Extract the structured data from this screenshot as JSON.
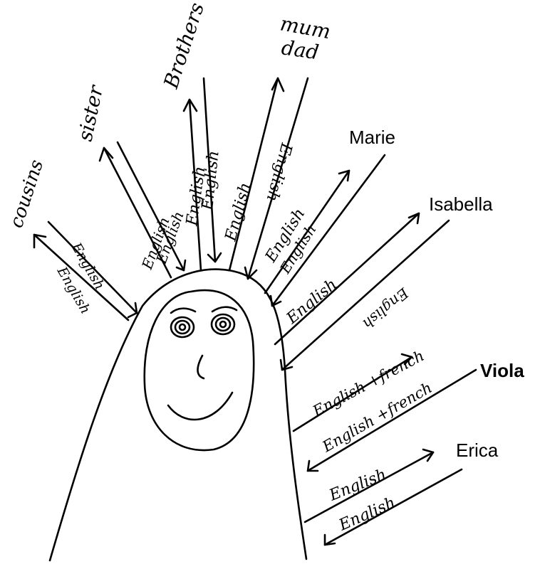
{
  "relations": {
    "cousins": {
      "label": "cousins",
      "to_child": "English",
      "from_child": "English"
    },
    "sister": {
      "label": "sister",
      "to_child": "English",
      "from_child": "English"
    },
    "brothers": {
      "label": "Brothers",
      "to_child": "English",
      "from_child": "English"
    },
    "parents": {
      "label_mum": "mum",
      "label_dad": "dad",
      "to_child": "English",
      "from_child": "English"
    },
    "marie": {
      "label": "Marie",
      "to_child": "English",
      "from_child": "English"
    },
    "isabella": {
      "label": "Isabella",
      "to_child": "English",
      "from_child": "English"
    },
    "viola": {
      "label": "Viola",
      "to_child": "English +french",
      "from_child": "English +french"
    },
    "erica": {
      "label": "Erica",
      "to_child": "English",
      "from_child": "English"
    }
  }
}
